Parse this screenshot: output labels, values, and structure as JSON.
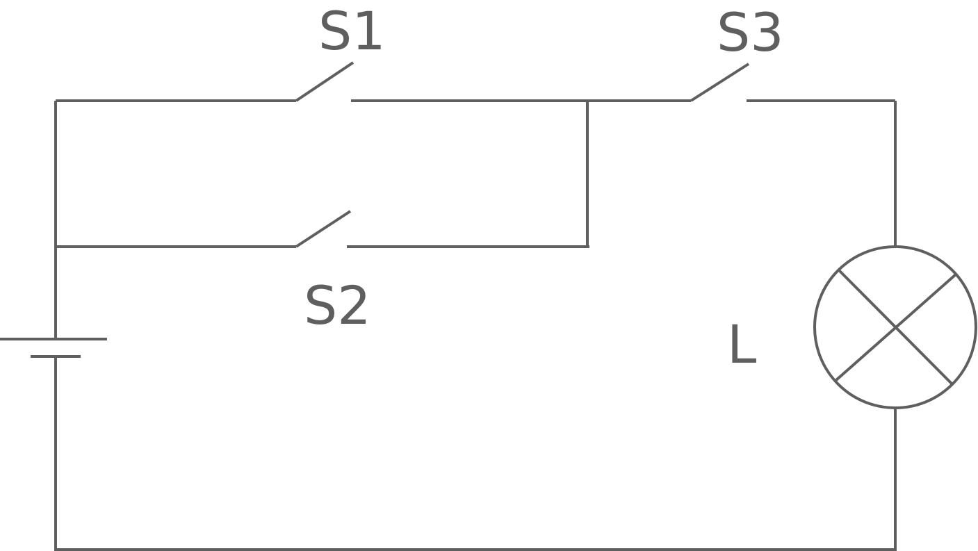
{
  "diagram": {
    "labels": {
      "switch_1": "S1",
      "switch_2": "S2",
      "switch_3": "S3",
      "lamp": "L"
    },
    "colors": {
      "line": "#5f5f5f",
      "text": "#5f5f5f",
      "background": "#ffffff"
    },
    "switch_states": {
      "switch_1": "open",
      "switch_2": "open",
      "switch_3": "open"
    },
    "icons": {
      "battery": "battery-cell-icon",
      "lamp": "lamp-icon",
      "switch": "open-switch-icon"
    }
  }
}
